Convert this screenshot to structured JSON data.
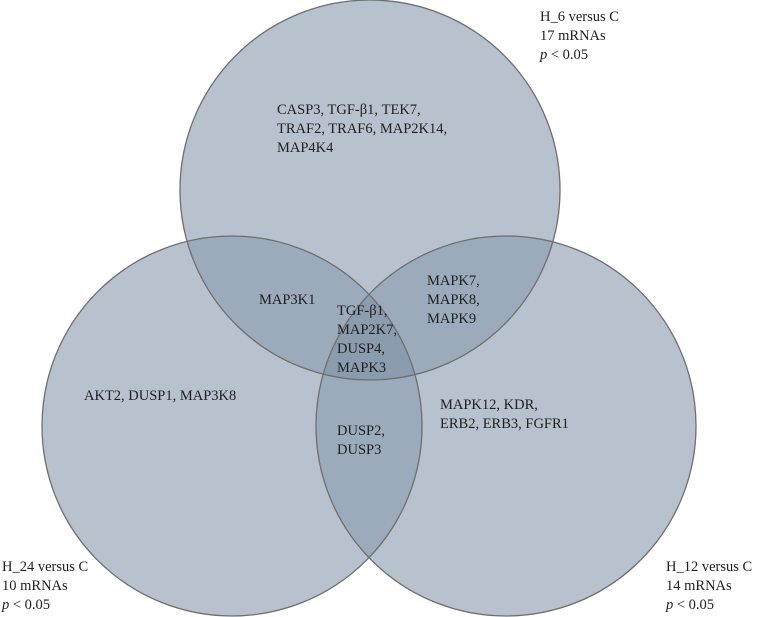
{
  "sets": {
    "h6": {
      "name": "H_6 versus C",
      "count": "17 mRNAs",
      "p_symbol": "p",
      "p_rest": " < 0.05",
      "fill": "#b7c2ce"
    },
    "h24": {
      "name": "H_24 versus C",
      "count": "10 mRNAs",
      "p_symbol": "p",
      "p_rest": " < 0.05",
      "fill": "#b7c2ce"
    },
    "h12": {
      "name": "H_12 versus C",
      "count": "14 mRNAs",
      "p_symbol": "p",
      "p_rest": " < 0.05",
      "fill": "#b7c2ce"
    }
  },
  "regions": {
    "h6_only": [
      "CASP3, TGF-β1, TEK7,",
      "TRAF2, TRAF6, MAP2K14,",
      "MAP4K4"
    ],
    "h24_only": [
      "AKT2, DUSP1, MAP3K8"
    ],
    "h12_only": [
      "MAPK12, KDR,",
      "ERB2, ERB3, FGFR1"
    ],
    "h6_h24": [
      "MAP3K1"
    ],
    "h6_h12": [
      "MAPK7,",
      "MAPK8,",
      "MAPK9"
    ],
    "h24_h12": [
      "DUSP2,",
      "DUSP3"
    ],
    "all_three": [
      "TGF-β1,",
      "MAP2K7,",
      "DUSP4,",
      "MAPK3"
    ]
  },
  "colors": {
    "circle_fill": "#b7c2ce",
    "circle_stroke": "#6e6e6e",
    "overlap_tint": "#8799ab"
  }
}
